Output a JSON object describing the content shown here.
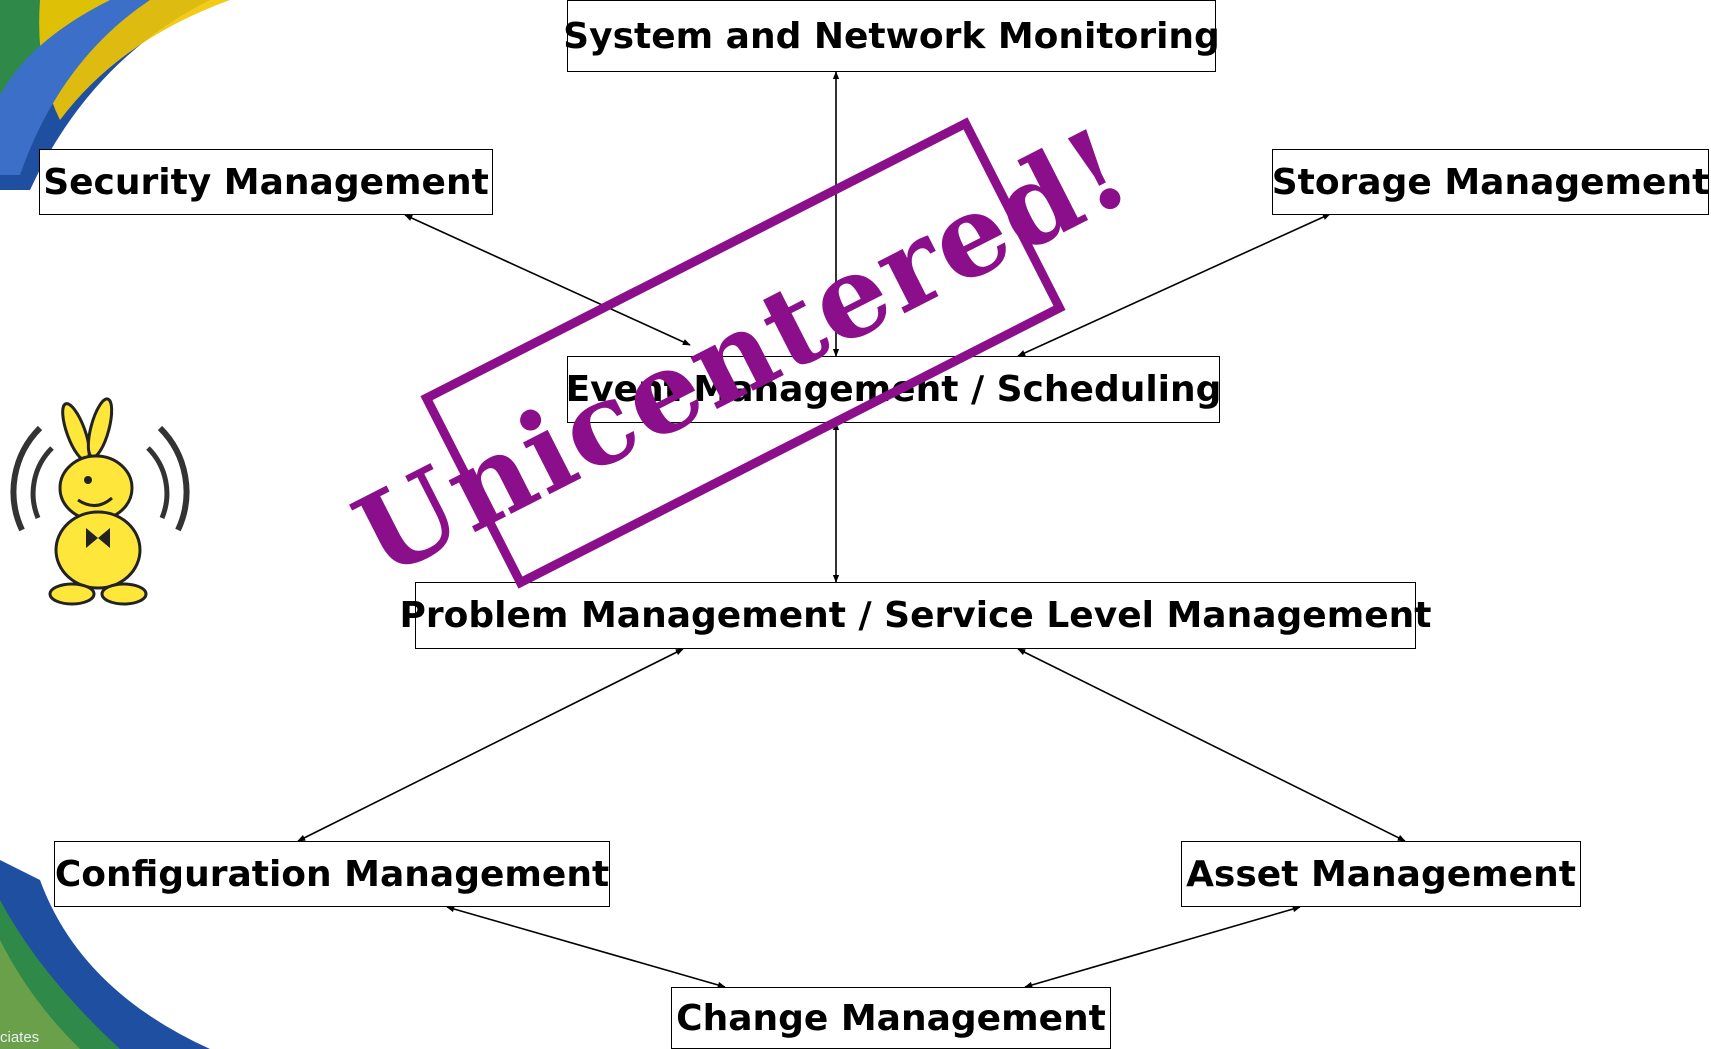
{
  "nodes": {
    "monitoring": "System and Network Monitoring",
    "security": "Security Management",
    "storage": "Storage Management",
    "event": "Event Management / Scheduling",
    "problem": "Problem Management / Service Level Management",
    "configuration": "Configuration Management",
    "asset": "Asset Management",
    "change": "Change Management"
  },
  "edges": [
    {
      "from": "monitoring",
      "to": "event"
    },
    {
      "from": "security",
      "to": "event"
    },
    {
      "from": "storage",
      "to": "event"
    },
    {
      "from": "event",
      "to": "problem"
    },
    {
      "from": "problem",
      "to": "configuration"
    },
    {
      "from": "problem",
      "to": "asset"
    },
    {
      "from": "configuration",
      "to": "change"
    },
    {
      "from": "asset",
      "to": "change"
    }
  ],
  "stamp": {
    "text": "Unicentered!",
    "color": "#8B0F8B"
  },
  "footer": {
    "text": "ciates"
  },
  "colors": {
    "swoosh_blue": "#1f4fa0",
    "swoosh_yellow": "#f2c600",
    "swoosh_green": "#2f8a4a",
    "mascot_yellow": "#ffe63a"
  }
}
